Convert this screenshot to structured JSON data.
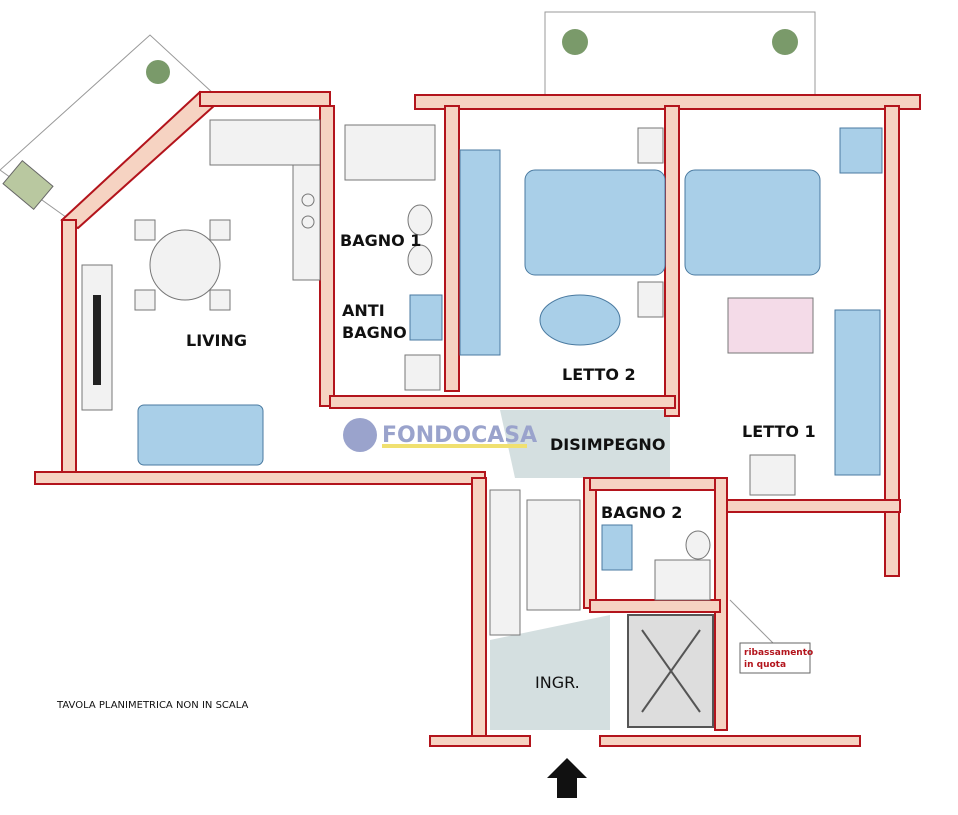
{
  "rooms": {
    "living": "LIVING",
    "bagno1": "BAGNO 1",
    "anti_bagno_line1": "ANTI",
    "anti_bagno_line2": "BAGNO",
    "letto2": "LETTO 2",
    "letto1": "LETTO 1",
    "disimpegno": "DISIMPEGNO",
    "bagno2": "BAGNO 2",
    "ingresso": "INGR."
  },
  "notes": {
    "scale_disclaimer": "TAVOLA PLANIMETRICA NON IN SCALA",
    "lowered_ceiling_line1": "ribassamento",
    "lowered_ceiling_line2": "in quota"
  },
  "watermark": {
    "brand": "FONDOCASA"
  },
  "colors": {
    "wall_outline": "#b3141c",
    "wall_fill": "#f6d3c2",
    "hall_fill": "#d4dfe0",
    "furniture_blue": "#a9cfe8"
  }
}
